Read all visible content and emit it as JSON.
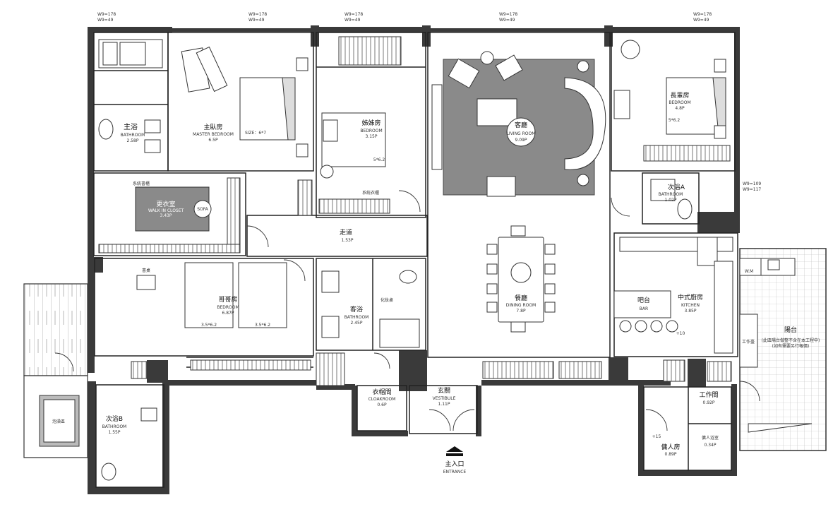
{
  "dimensions": [
    "W9=178",
    "W9=49",
    "W9=178",
    "W9=49",
    "W9=178",
    "W9=49",
    "W9=178",
    "W9=49",
    "W9=178",
    "W9=49",
    "W9=109",
    "W9=117"
  ],
  "rooms": {
    "master_bath": {
      "zh": "主浴",
      "en": "BATHROOM",
      "area": "2.58P"
    },
    "master_bedroom": {
      "zh": "主臥房",
      "en": "MASTER BEDROOM",
      "area": "6.5P",
      "size": "SIZE：6*7"
    },
    "walk_in": {
      "zh": "更衣室",
      "en": "WALK IN CLOSET",
      "area": "3.43P"
    },
    "girls_room": {
      "zh": "姊姊房",
      "en": "BEDROOM",
      "area": "3.15P",
      "bed": "5*6.2"
    },
    "living_room": {
      "zh": "客廳",
      "en": "LIVING ROOM",
      "area": "9.09P"
    },
    "elder_room": {
      "zh": "長輩房",
      "en": "BEDROOM",
      "area": "4.8P",
      "bed": "5*6.2"
    },
    "bath_a": {
      "zh": "次浴A",
      "en": "BATHROOM",
      "area": "1.02P"
    },
    "corridor": {
      "zh": "走道",
      "area": "1.53P"
    },
    "brothers_room": {
      "zh": "哥哥房",
      "en": "BEDROOM",
      "area": "6.87P",
      "bed1": "3.5*6.2",
      "bed2": "3.5*6.2"
    },
    "guest_bath": {
      "zh": "客浴",
      "en": "BATHROOM",
      "area": "2.45P"
    },
    "dining": {
      "zh": "餐廳",
      "en": "DINING ROOM",
      "area": "7.8P"
    },
    "kitchen": {
      "zh": "中式廚房",
      "en": "KITCHEN",
      "area": "3.85P"
    },
    "bar": {
      "zh": "吧台",
      "en": "BAR"
    },
    "balcony": {
      "zh": "陽台"
    },
    "cloakroom": {
      "zh": "衣帽間",
      "en": "CLOAKROOM",
      "area": "0.6P"
    },
    "vestibule": {
      "zh": "玄關",
      "en": "VESTIBULE",
      "area": "1.11P"
    },
    "bath_b": {
      "zh": "次浴B",
      "en": "BATHROOM",
      "area": "1.55P"
    },
    "workroom": {
      "zh": "工作間",
      "area": "0.92P"
    },
    "maid_room": {
      "zh": "傭人房",
      "area": "0.89P"
    },
    "maid_bath": {
      "zh": "傭人浴室",
      "area": "0.34P"
    }
  },
  "annotations": {
    "sofa": "SOFA",
    "wm": "W.M",
    "work_table": "工作臺",
    "vanity": "化妝桌",
    "desk": "書桌",
    "plus10": "+10",
    "plus15": "+15",
    "balcony_note1": "(此區陽台做整不含在本工程中)",
    "balcony_note2": "(如有需要另行報價)",
    "tub": "泡澡區",
    "wardrobe": "系統衣櫃",
    "shelf": "系統書櫃"
  },
  "entrance": {
    "zh": "主入口",
    "en": "ENTRANCE"
  }
}
